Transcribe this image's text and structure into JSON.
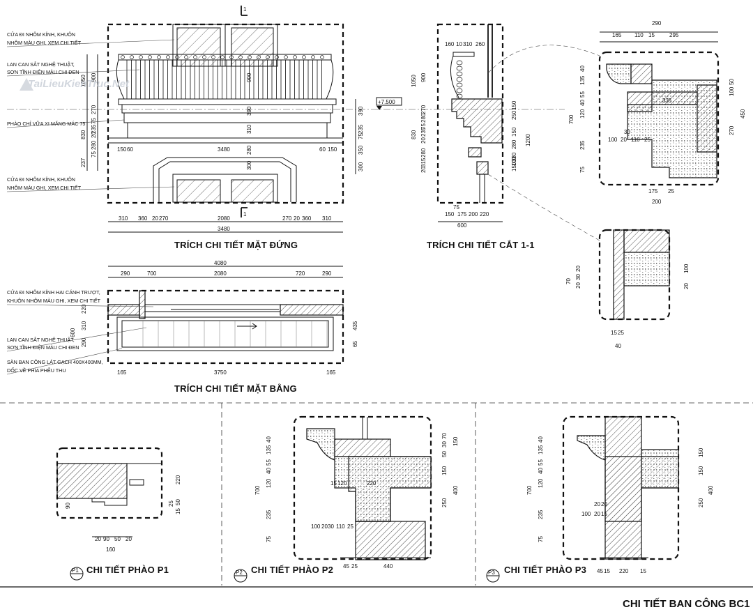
{
  "titles": {
    "elevation": "TRÍCH CHI TIẾT MẶT ĐỨNG",
    "section": "TRÍCH CHI TIẾT CẮT 1-1",
    "plan": "TRÍCH CHI TIẾT MẶT BẰNG",
    "p1": "CHI TIẾT PHÀO P1",
    "p2": "CHI TIẾT PHÀO P2",
    "p3": "CHI TIẾT PHÀO P3",
    "sheet": "CHI TIẾT BAN CÔNG BC1"
  },
  "markers": {
    "p1": "P1",
    "p2": "P2",
    "p3": "P3",
    "cut": "1",
    "level": "+7.500"
  },
  "watermark": "TaiLieuKienTruc.Net",
  "notes": {
    "door_top_1": "CỬA ĐI NHÔM KÍNH, KHUÔN",
    "door_top_2": "NHÔM MÀU GHI, XEM CHI TIẾT",
    "rail_1": "LAN CAN SẮT NGHỆ THUẬT,",
    "rail_2": "SƠN TĨNH ĐIỆN MÀU CHI ĐEN",
    "cornice": "PHÀO CHỈ VỮA XI MĂNG MÁC 75",
    "door_bot_1": "CỬA ĐI NHÔM KÍNH, KHUÔN",
    "door_bot_2": "NHÔM MÀU GHI, XEM CHI TIẾT",
    "plan_door_1": "CỬA ĐI NHÔM KÍNH HAI CÁNH TRƯỢT,",
    "plan_door_2": "KHUÔN NHÔM MÀU GHI, XEM CHI TIẾT",
    "plan_rail_1": "LAN CAN SẮT NGHỆ THUẬT,",
    "plan_rail_2": "SƠN TĨNH ĐIỆN MÀU CHI ĐEN",
    "plan_floor_1": "SÀN BAN CÔNG LÁT GẠCH 400X400MM,",
    "plan_floor_2": "DỐC VỀ PHÍA PHỄU THU"
  },
  "dims": {
    "elev_bottom": [
      "310",
      "360",
      "20",
      "270",
      "2080",
      "270",
      "20",
      "360",
      "310"
    ],
    "elev_total": "3480",
    "elev_inner": "3480",
    "elev_side": [
      "150",
      "60",
      "60",
      "150"
    ],
    "elev_left": [
      "1050",
      "900",
      "270",
      "75",
      "235",
      "20",
      "830",
      "280",
      "75",
      "237"
    ],
    "elev_mid": [
      "900",
      "390",
      "310",
      "280",
      "300"
    ],
    "elev_right": [
      "390",
      "235",
      "75",
      "350",
      "300"
    ],
    "sec_top": [
      "160",
      "10",
      "310",
      "260"
    ],
    "sec_left": [
      "1050",
      "900",
      "270",
      "830",
      "280",
      "75",
      "235",
      "20",
      "315",
      "20",
      "280"
    ],
    "sec_mid": [
      "250",
      "150",
      "150",
      "280",
      "380",
      "1200",
      "150",
      "100"
    ],
    "sec_bottom": [
      "150",
      "75",
      "175",
      "200",
      "220"
    ],
    "sec_total": "600",
    "det_top": [
      "290",
      "165",
      "110",
      "15",
      "295"
    ],
    "det_left": [
      "40",
      "135",
      "55",
      "40",
      "120",
      "700",
      "235",
      "75"
    ],
    "det_right": [
      "100",
      "50",
      "450",
      "270"
    ],
    "det_mid": [
      "335",
      "30",
      "100",
      "20",
      "110",
      "25"
    ],
    "det_bottom": [
      "175",
      "25",
      "200"
    ],
    "det2_left": [
      "70",
      "20",
      "30",
      "20"
    ],
    "det2_right": [
      "100",
      "20"
    ],
    "det2_bottom": [
      "15",
      "25",
      "40"
    ],
    "plan_top": [
      "290",
      "700",
      "2080",
      "720",
      "290"
    ],
    "plan_total": "4080",
    "plan_left": [
      "220",
      "310",
      "290",
      "600"
    ],
    "plan_right": [
      "435",
      "65"
    ],
    "plan_bottom": [
      "165",
      "3750",
      "165"
    ],
    "p1_right": [
      "220",
      "25",
      "50",
      "15"
    ],
    "p1_left": [
      "90"
    ],
    "p1_bottom": [
      "20",
      "90",
      "50",
      "20"
    ],
    "p1_total": "160",
    "p2_left": [
      "40",
      "135",
      "55",
      "40",
      "120",
      "700",
      "235",
      "75"
    ],
    "p2_right": [
      "70",
      "30",
      "50",
      "150",
      "150",
      "400",
      "250"
    ],
    "p2_mid": [
      "15",
      "120",
      "220",
      "100",
      "20",
      "30",
      "110",
      "25"
    ],
    "p2_bottom": [
      "45",
      "25",
      "440"
    ],
    "p3_left": [
      "40",
      "135",
      "55",
      "40",
      "120",
      "700",
      "235",
      "75"
    ],
    "p3_right": [
      "150",
      "150",
      "400",
      "250"
    ],
    "p3_mid": [
      "20",
      "20",
      "100",
      "20",
      "15"
    ],
    "p3_bottom": [
      "45",
      "15",
      "220",
      "15"
    ]
  }
}
